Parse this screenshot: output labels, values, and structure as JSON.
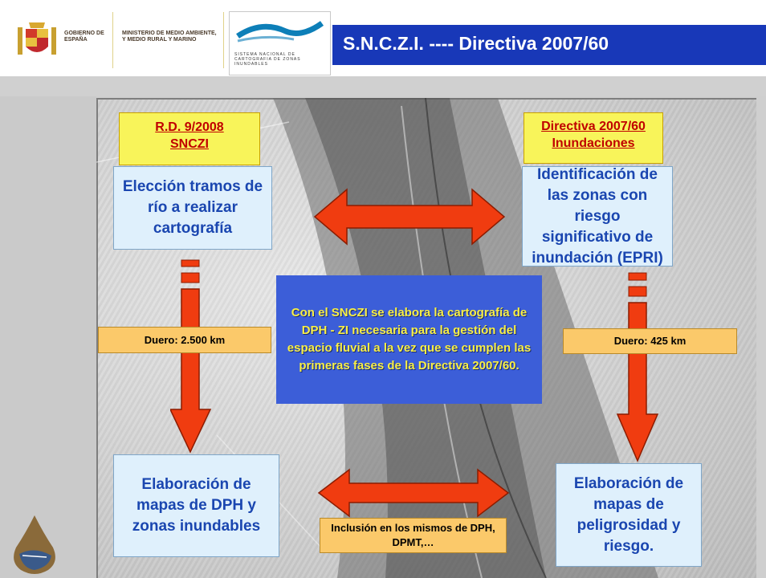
{
  "header": {
    "gobierno_label": "GOBIERNO DE ESPAÑA",
    "ministerio_label": "MINISTERIO DE MEDIO AMBIENTE, Y MEDIO RURAL Y MARINO",
    "snczi_logo_caption": "SISTEMA NACIONAL DE CARTOGRAFIA DE ZONAS INUNDABLES",
    "title": "S.N.C.Z.I.  ---- Directiva 2007/60"
  },
  "left_column": {
    "header_line1": "R.D. 9/2008",
    "header_line2": "SNCZI",
    "step1": "Elección tramos de río a realizar cartografía",
    "length_label": "Duero: 2.500 km",
    "step2": "Elaboración de mapas de DPH y zonas inundables"
  },
  "right_column": {
    "header_line1": "Directiva  2007/60",
    "header_line2": "Inundaciones",
    "step1": "Identificación de las zonas con riesgo significativo de inundación (EPRI)",
    "length_label": "Duero: 425 km",
    "step2": "Elaboración de mapas de peligrosidad y riesgo."
  },
  "center_note": "Con el SNCZI se elabora la cartografía de DPH - ZI necesaria para la gestión del espacio fluvial a la vez que se cumplen las primeras fases de la Directiva 2007/60.",
  "bottom_note": "Inclusión en los mismos de DPH, DPMT,…",
  "colors": {
    "title_bar": "#1838b8",
    "yellow_header": "#f8f45a",
    "header_text": "#c00000",
    "blue_box": "#dff0fc",
    "blue_text": "#1a46b0",
    "orange_box": "#fbc96a",
    "arrow": "#f03c10",
    "center_box": "#3c5ed8",
    "center_text": "#f8ef45"
  }
}
